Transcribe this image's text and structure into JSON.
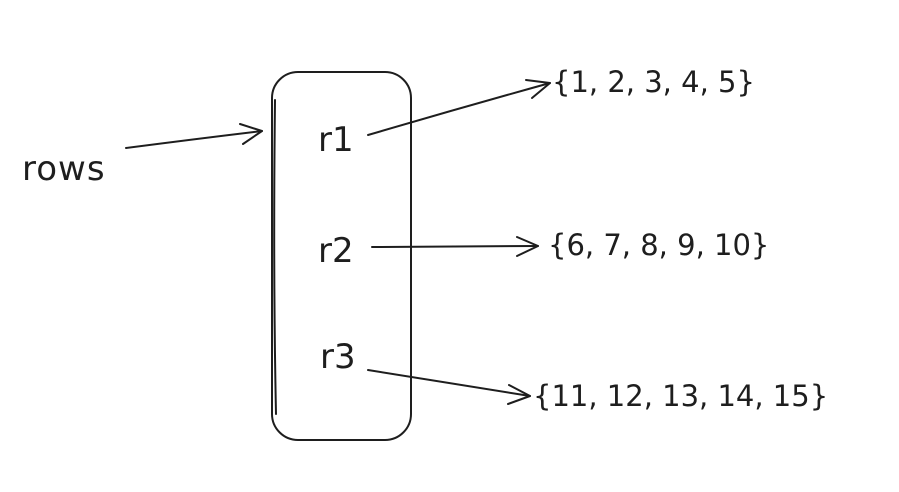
{
  "diagram": {
    "input_label": "rows",
    "rows": [
      {
        "label": "r1",
        "set": "{1, 2, 3, 4, 5}"
      },
      {
        "label": "r2",
        "set": "{6, 7, 8, 9, 10}"
      },
      {
        "label": "r3",
        "set": "{11, 12, 13, 14, 15}"
      }
    ],
    "colors": {
      "stroke": "#1e1e1e",
      "background": "#ffffff"
    }
  }
}
